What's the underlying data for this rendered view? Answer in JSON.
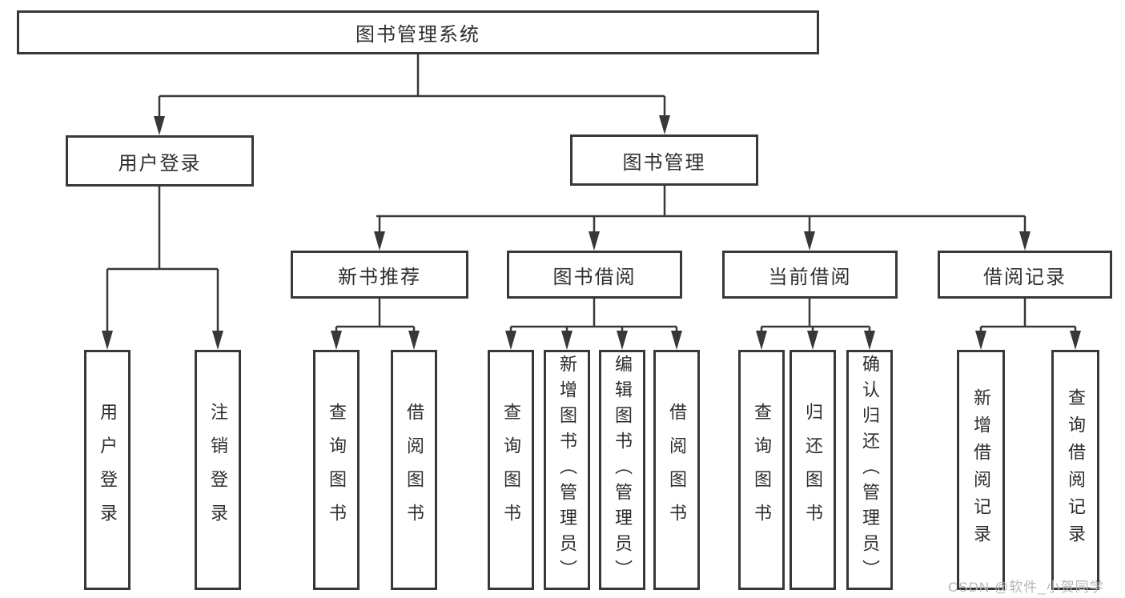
{
  "diagram": {
    "tree": {
      "label": "图书管理系统",
      "children": [
        {
          "label": "用户登录",
          "children": [
            {
              "label": "用户登录"
            },
            {
              "label": "注销登录"
            }
          ]
        },
        {
          "label": "图书管理",
          "children": [
            {
              "label": "新书推荐",
              "children": [
                {
                  "label": "查询图书"
                },
                {
                  "label": "借阅图书"
                }
              ]
            },
            {
              "label": "图书借阅",
              "children": [
                {
                  "label": "查询图书"
                },
                {
                  "label": "新增图书（管理员）"
                },
                {
                  "label": "编辑图书（管理员）"
                },
                {
                  "label": "借阅图书"
                }
              ]
            },
            {
              "label": "当前借阅",
              "children": [
                {
                  "label": "查询图书"
                },
                {
                  "label": "归还图书"
                },
                {
                  "label": "确认归还（管理员）"
                }
              ]
            },
            {
              "label": "借阅记录",
              "children": [
                {
                  "label": "新增借阅记录"
                },
                {
                  "label": "查询借阅记录"
                }
              ]
            }
          ]
        }
      ]
    },
    "watermark": {
      "text": "CSDN @软件_小贺同学"
    },
    "colors": {
      "line": "#383838",
      "box_border": "#383838",
      "text": "#2e2e2e",
      "watermark": "#b6b6b6",
      "background": "#ffffff"
    }
  }
}
